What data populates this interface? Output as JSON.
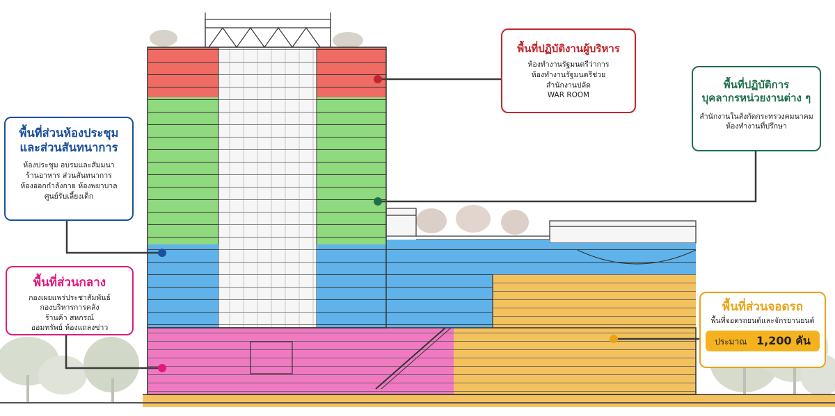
{
  "zones": {
    "executive": {
      "title": "พื้นที่ปฏิบัติงานผู้บริหาร",
      "items": [
        "ห้องทำงานรัฐมนตรีว่าการ",
        "ห้องทำงานรัฐมนตรีช่วย",
        "สำนักงานปลัด",
        "WAR ROOM"
      ],
      "color": "#c0262c"
    },
    "operations": {
      "title_line1": "พื้นที่ปฏิบัติการ",
      "title_line2": "บุคลากรหน่วยงานต่าง ๆ",
      "items": [
        "สำนักงานในสังกัดกระทรวงคมนาคม",
        "ห้องทำงานที่ปรึกษา"
      ],
      "color": "#1f6f4a"
    },
    "meeting": {
      "title_line1": "พื้นที่ส่วนห้องประชุม",
      "title_line2": "และส่วนสันทนาการ",
      "items": [
        "ห้องประชุม อบรมและสัมมนา",
        "ร้านอาหาร ส่วนสันทนาการ",
        "ห้องออกกำลังกาย ห้องพยาบาล",
        "ศูนย์รับเลี้ยงเด็ก"
      ],
      "color": "#1c4f9c"
    },
    "central": {
      "title": "พื้นที่ส่วนกลาง",
      "items": [
        "กองเผยแพร่ประชาสัมพันธ์",
        "กองบริหารการคลัง",
        "ร้านค้า สหกรณ์",
        "ออมทรัพย์ ห้องแถลงข่าว"
      ],
      "color": "#e0197b"
    },
    "parking": {
      "title": "พื้นที่ส่วนจอดรถ",
      "subtitle": "พื้นที่จอดรถยนต์และจักรยานยนต์",
      "capacity_prefix": "ประมาณ",
      "capacity_value": "1,200 คัน",
      "color": "#e8a318"
    }
  },
  "colors": {
    "red_zone": "#ef6b63",
    "green_zone": "#8fd97e",
    "blue_zone": "#5fb3ea",
    "pink_zone": "#f07ac2",
    "orange_zone": "#f3c25e",
    "core": "#f4f4f4",
    "lines": "#3a3a3a"
  }
}
